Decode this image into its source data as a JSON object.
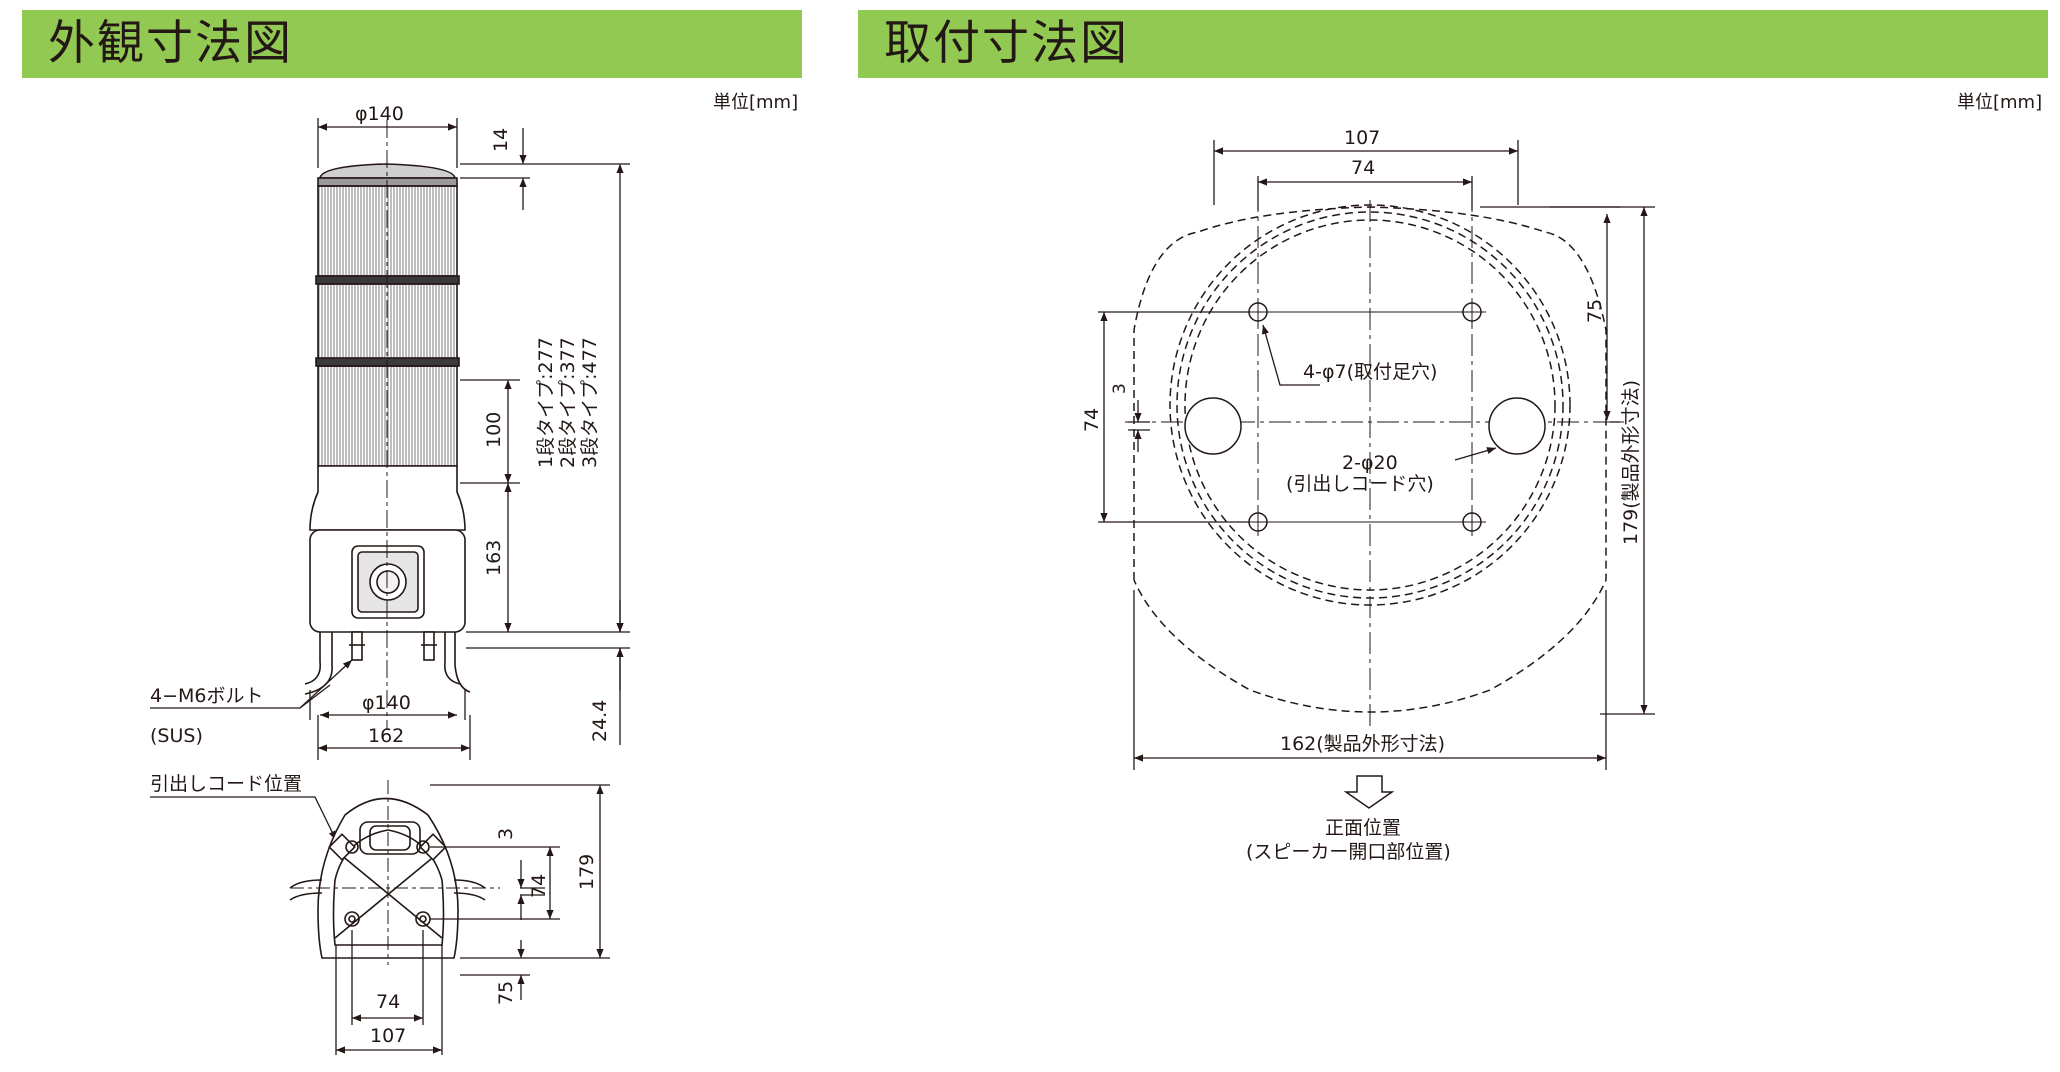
{
  "sections": {
    "external": {
      "title": "外観寸法図",
      "unit": "単位[mm]"
    },
    "mounting": {
      "title": "取付寸法図",
      "unit": "単位[mm]"
    }
  },
  "external_dims": {
    "phi140_top": "φ140",
    "d14": "14",
    "d100": "100",
    "d163": "163",
    "d24_4": "24.4",
    "phi140_bottom": "φ140",
    "d162": "162",
    "height_1": "1段タイプ:277",
    "height_2": "2段タイプ:377",
    "height_3": "3段タイプ:477",
    "bolt_label": "4−M6ボルト",
    "bolt_material": "(SUS)",
    "cord_position_label": "引出しコード位置",
    "b3": "3",
    "b74": "74",
    "b179": "179",
    "b75": "75",
    "b74_bottom": "74",
    "b107_bottom": "107"
  },
  "mounting_dims": {
    "m107": "107",
    "m74_top": "74",
    "m75": "75",
    "m179": "179(製品外形寸法)",
    "m74_left": "74",
    "m3": "3",
    "hole_label": "4-φ7(取付足穴)",
    "cord_hole_label_1": "2-φ20",
    "cord_hole_label_2": "(引出しコード穴)",
    "m162": "162(製品外形寸法)",
    "front_1": "正面位置",
    "front_2": "(スピーカー開口部位置)"
  },
  "colors": {
    "header_bg": "#92c953",
    "line": "#231815",
    "background": "#ffffff"
  }
}
